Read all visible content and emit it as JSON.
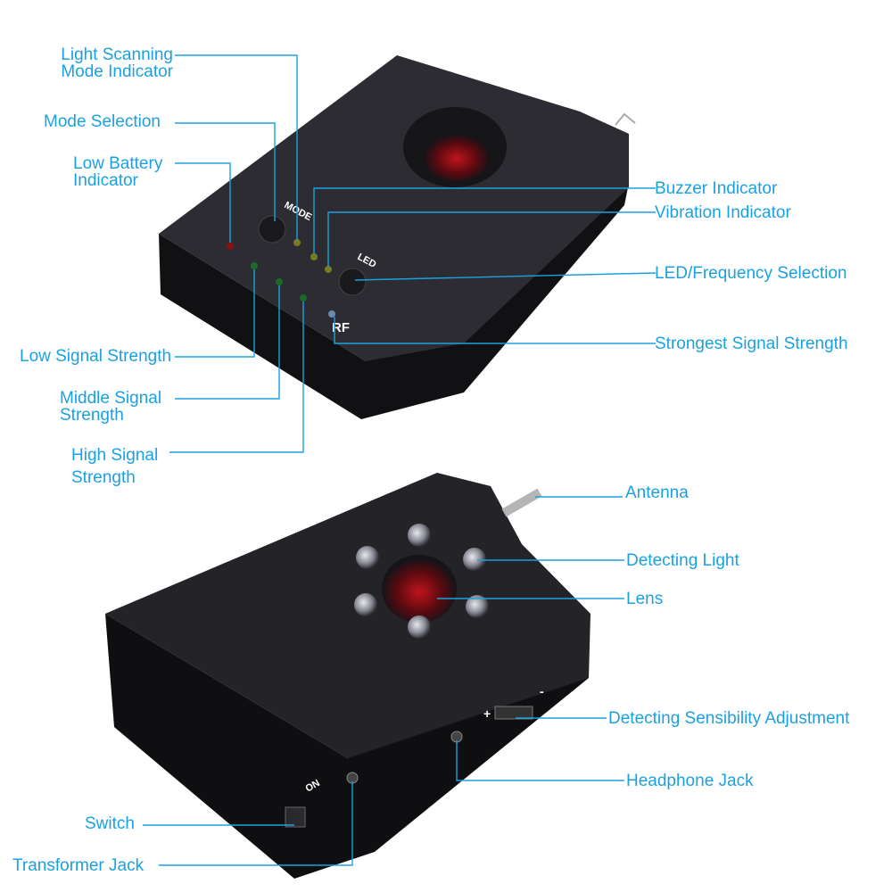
{
  "accent_color": "#1ba1e2",
  "device_markings": {
    "mode": "MODE",
    "led": "LED",
    "rf": "RF",
    "on": "ON",
    "plus": "+",
    "minus": "-"
  },
  "labels": {
    "light_scanning": [
      "Light Scanning",
      "Mode Indicator"
    ],
    "mode_selection": "Mode Selection",
    "low_battery": [
      "Low Battery",
      "Indicator"
    ],
    "buzzer": "Buzzer Indicator",
    "vibration": "Vibration Indicator",
    "led_frequency": "LED/Frequency Selection",
    "strongest_signal": "Strongest Signal Strength",
    "low_signal": "Low Signal Strength",
    "middle_signal": [
      "Middle Signal",
      "Strength"
    ],
    "high_signal": [
      "High Signal",
      "Strength"
    ],
    "antenna": "Antenna",
    "detecting_light": "Detecting Light",
    "lens": "Lens",
    "sensibility": "Detecting Sensibility Adjustment",
    "headphone_jack": "Headphone Jack",
    "switch": "Switch",
    "transformer_jack": "Transformer Jack"
  }
}
